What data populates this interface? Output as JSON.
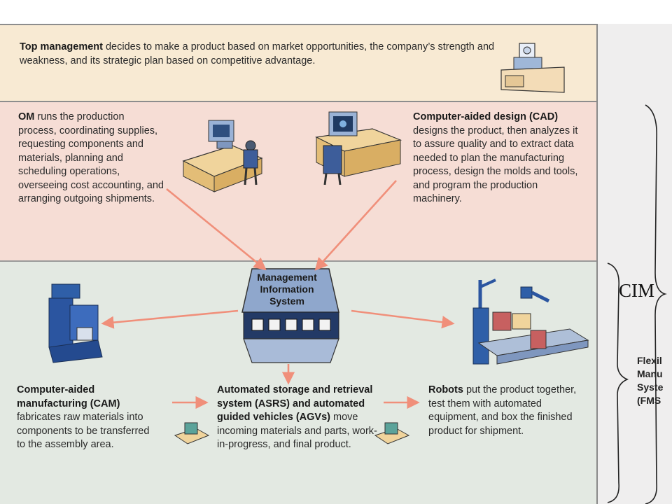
{
  "top": {
    "bold": "Top management",
    "rest": " decides to make a product based on market opportunities, the company’s strength and weakness, and its strategic plan based on competitive advantage."
  },
  "om": {
    "bold": "OM",
    "rest": " runs the production process, coordinating supplies, requesting components and materials, planning and scheduling operations, overseeing cost accounting, and arranging outgoing shipments."
  },
  "cad": {
    "bold": "Computer-aided design (CAD)",
    "rest": " designs the product, then analyzes it to assure quality and to extract data needed to plan the manufacturing process, design the molds and tools, and program the production machinery."
  },
  "mis": {
    "label": "Management Information System"
  },
  "cam": {
    "bold": "Computer-aided manufacturing (CAM)",
    "rest": " fabricates raw materials into components to be transferred to the assembly area."
  },
  "asrs": {
    "bold": "Automated storage and retrieval system (ASRS) and automated guided vehicles (AGVs)",
    "rest": " move incoming materials and parts, work-in-progress, and final product."
  },
  "robots": {
    "bold": "Robots",
    "rest": " put the product together, test them with automated equipment, and box the finished product for shipment."
  },
  "brackets": {
    "cim": "CIM",
    "fms": "Flexil\nManu\nSyste\n(FMS"
  },
  "colors": {
    "arrow": "#f08f7a",
    "accent_blue": "#2f5fa8"
  }
}
